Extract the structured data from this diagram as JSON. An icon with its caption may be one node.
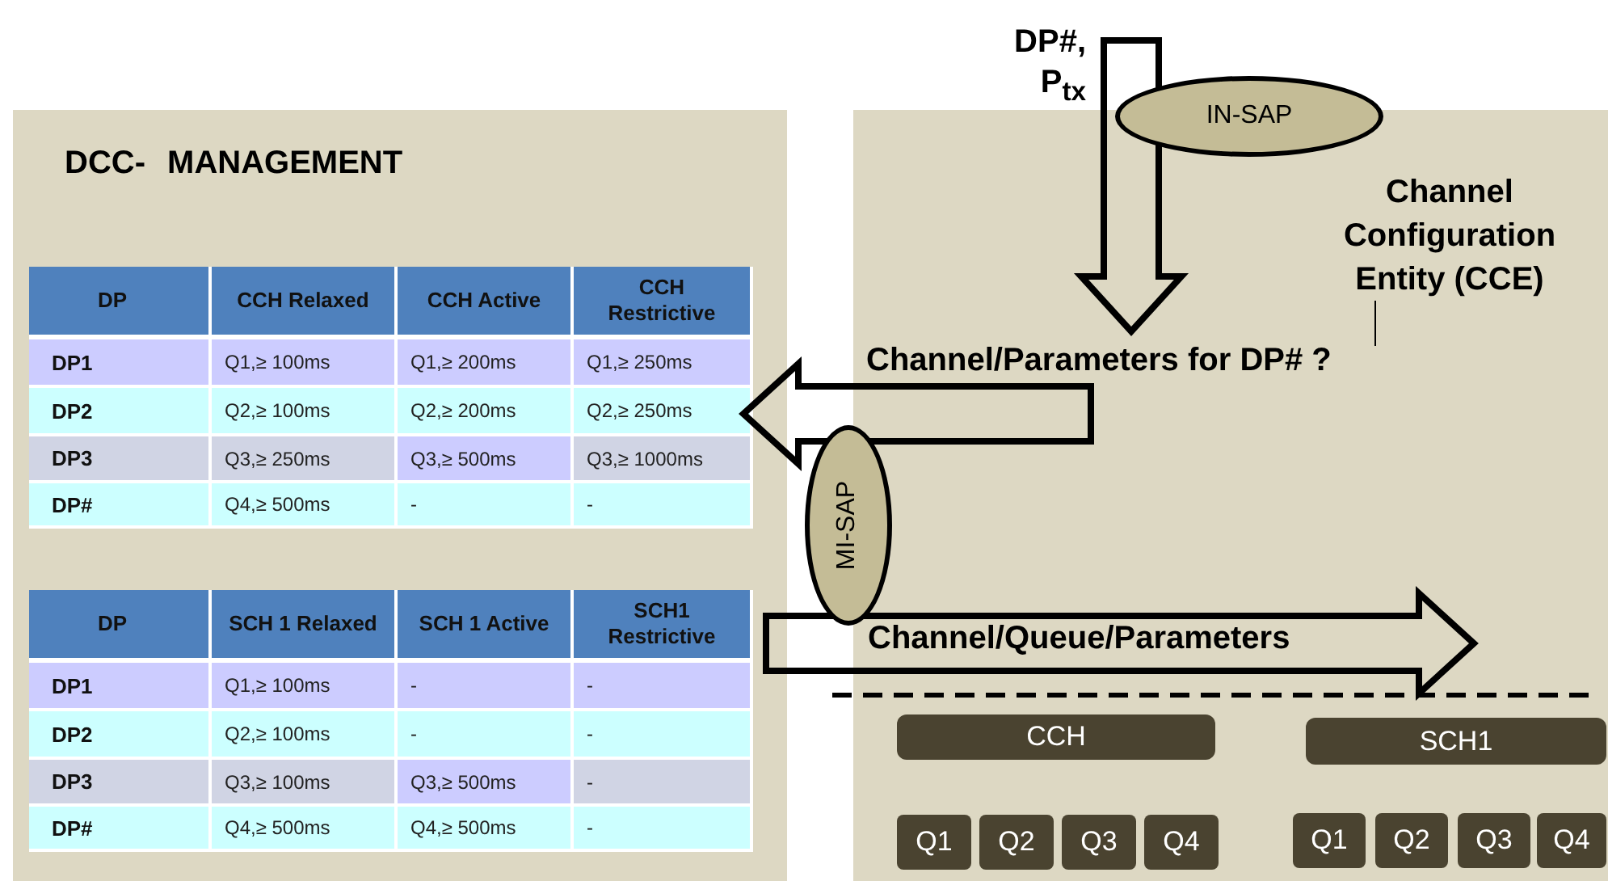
{
  "diagram": {
    "nodes": [
      {
        "text": [
          "DCC- MANAGEMENT"
        ]
      },
      {
        "text": [],
        "shape": "box"
      },
      {
        "text": [
          "IN-SAP"
        ]
      },
      {
        "text": [
          "Channel Configuration Entity (CCE)"
        ],
        "in": 1
      },
      {
        "text": [
          "Channel/Parameters for DP# ?"
        ],
        "in": 1
      },
      {
        "text": [
          "MI-SAP"
        ]
      },
      {
        "text": [
          "CCH"
        ],
        "in": 1
      },
      {
        "text": [
          "SCH1"
        ],
        "in": 1
      },
      {
        "text": [
          "Q1"
        ],
        "in": 1
      },
      {
        "text": [
          "Q2"
        ],
        "in": 1
      },
      {
        "text": [
          "Q3"
        ],
        "in": 1
      },
      {
        "text": [
          "Q4"
        ],
        "in": 1
      },
      {
        "text": [
          "Q1"
        ],
        "in": 1
      },
      {
        "text": [
          "Q2"
        ],
        "in": 1
      },
      {
        "text": [
          "Q3"
        ],
        "in": 1
      },
      {
        "text": [
          "Q4"
        ],
        "in": 1
      }
    ],
    "edges": [
      {
        "from": null,
        "to": 4,
        "arrow": "to",
        "label": "DP#, P$_{tx}$"
      },
      {
        "from": 4,
        "to": 0,
        "arrow": "to"
      },
      {
        "from": 0,
        "to": null,
        "arrow": "to",
        "label": "Channel/Queue/Parameters"
      },
      {
        "from": 3,
        "to": 4,
        "arrow": "none"
      }
    ],
    "labels": [
      "DP",
      "CCH Relaxed",
      "CCH Active",
      "CCH Restrictive",
      "DP1",
      "Q1,≥ 100ms",
      "Q1,≥ 200ms",
      "Q1,≥ 250ms",
      "DP2",
      "Q2,≥ 100ms",
      "Q2,≥ 200ms",
      "Q2,≥ 250ms",
      "DP3",
      "Q3,≥ 250ms",
      "Q3,≥ 500ms",
      "Q3,≥ 1000ms",
      "DP#",
      "Q4,≥ 500ms",
      "-",
      "-",
      "DP",
      "SCH 1 Relaxed",
      "SCH 1 Active",
      "SCH1 Restrictive",
      "DP1",
      "Q1,≥ 100ms",
      "-",
      "-",
      "DP2",
      "Q2,≥ 100ms",
      "-",
      "-",
      "DP3",
      "Q3,≥ 100ms",
      "Q3,≥ 500ms",
      "-",
      "DP#",
      "Q4,≥ 500ms",
      "Q4,≥ 500ms",
      "-"
    ]
  }
}
